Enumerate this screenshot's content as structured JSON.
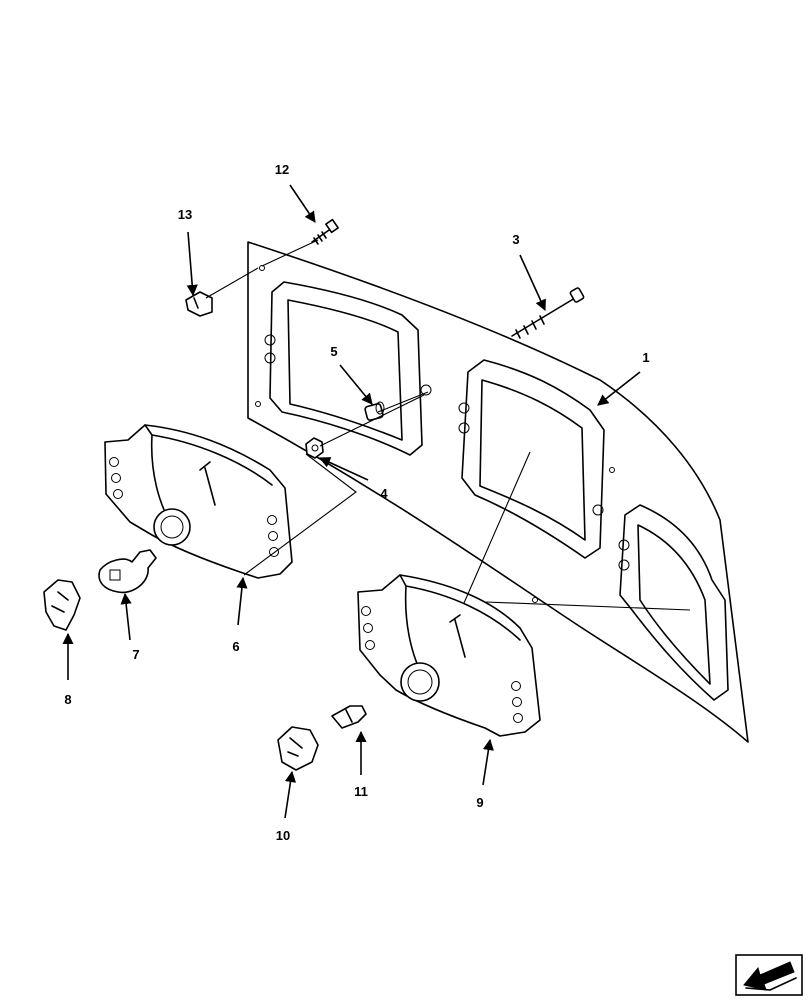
{
  "diagram": {
    "callouts": [
      {
        "id": "1",
        "label": "1"
      },
      {
        "id": "3",
        "label": "3"
      },
      {
        "id": "4",
        "label": "4"
      },
      {
        "id": "5",
        "label": "5"
      },
      {
        "id": "6",
        "label": "6"
      },
      {
        "id": "7",
        "label": "7"
      },
      {
        "id": "8",
        "label": "8"
      },
      {
        "id": "9",
        "label": "9"
      },
      {
        "id": "10",
        "label": "10"
      },
      {
        "id": "11",
        "label": "11"
      },
      {
        "id": "12",
        "label": "12"
      },
      {
        "id": "13",
        "label": "13"
      }
    ],
    "nav_icon": "next-page-arrow-icon"
  }
}
